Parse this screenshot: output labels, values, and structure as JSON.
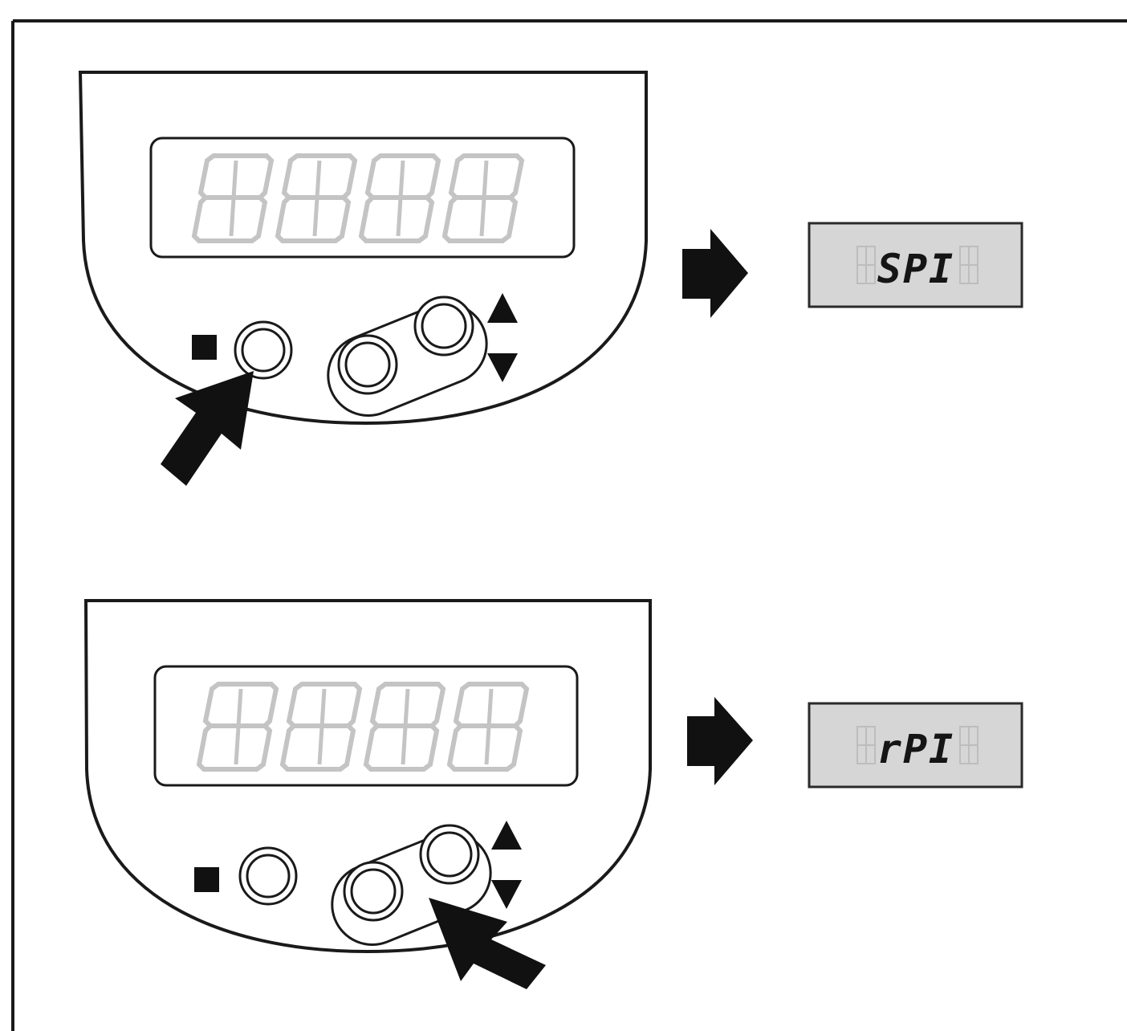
{
  "steps": [
    {
      "result_display": "SPI",
      "pressed_button": "mode-set-button"
    },
    {
      "result_display": "rPI",
      "pressed_button": "up-down-button"
    }
  ],
  "colors": {
    "outline": "#1a1a1a",
    "inactive_segment": "#c4c4c4",
    "result_background": "#d6d6d6",
    "arrow": "#111111"
  }
}
